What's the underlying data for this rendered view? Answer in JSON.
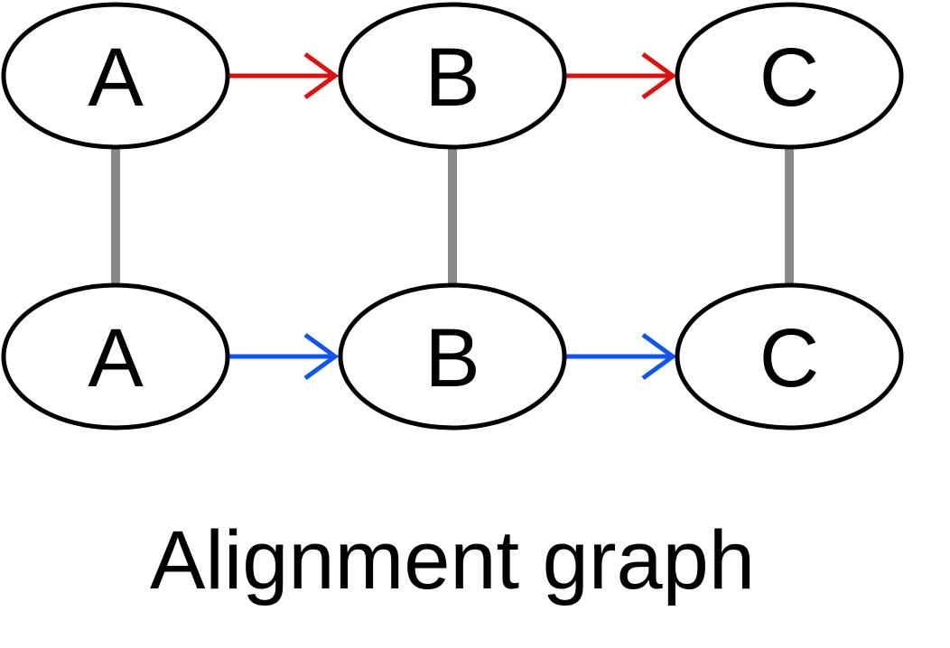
{
  "diagram": {
    "caption": "Alignment graph",
    "colors": {
      "top_edge": "#dd1111",
      "bottom_edge": "#1155ee",
      "alignment_edge": "#888888",
      "node_stroke": "#000000",
      "node_fill": "#ffffff"
    },
    "top_row": {
      "nodes": [
        "A",
        "B",
        "C"
      ]
    },
    "bottom_row": {
      "nodes": [
        "A",
        "B",
        "C"
      ]
    }
  }
}
